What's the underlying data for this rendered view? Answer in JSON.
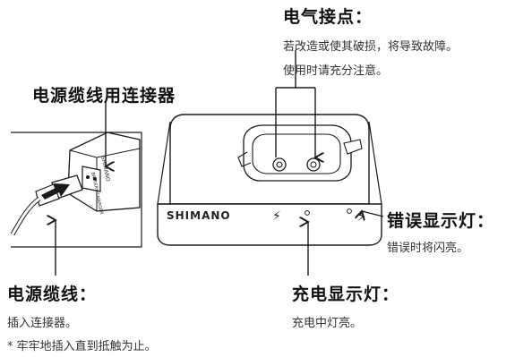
{
  "contacts": {
    "title": "电气接点：",
    "desc_1": "若改造或使其破损，将导致故障。",
    "desc_2": "使用时请充分注意。"
  },
  "cable_connector": {
    "title": "电源缆线用连接器"
  },
  "error_led": {
    "title": "错误显示灯：",
    "desc": "错误时将闪亮。"
  },
  "power_cable": {
    "title": "电源缆线：",
    "desc": "插入连接器。",
    "note": "* 牢牢地插入直到抵触为止。"
  },
  "charge_led": {
    "title": "充电显示灯：",
    "desc": "充电中灯亮。"
  },
  "device": {
    "brand": "SHIMANO",
    "small_brand": "SHIMANO",
    "model": "BATTERY CHARGER",
    "charge_glyph": "⚡",
    "error_glyph": "⚡"
  },
  "colors": {
    "line": "#1a1a1a",
    "fill": "#ffffff",
    "accent": "#111111"
  }
}
